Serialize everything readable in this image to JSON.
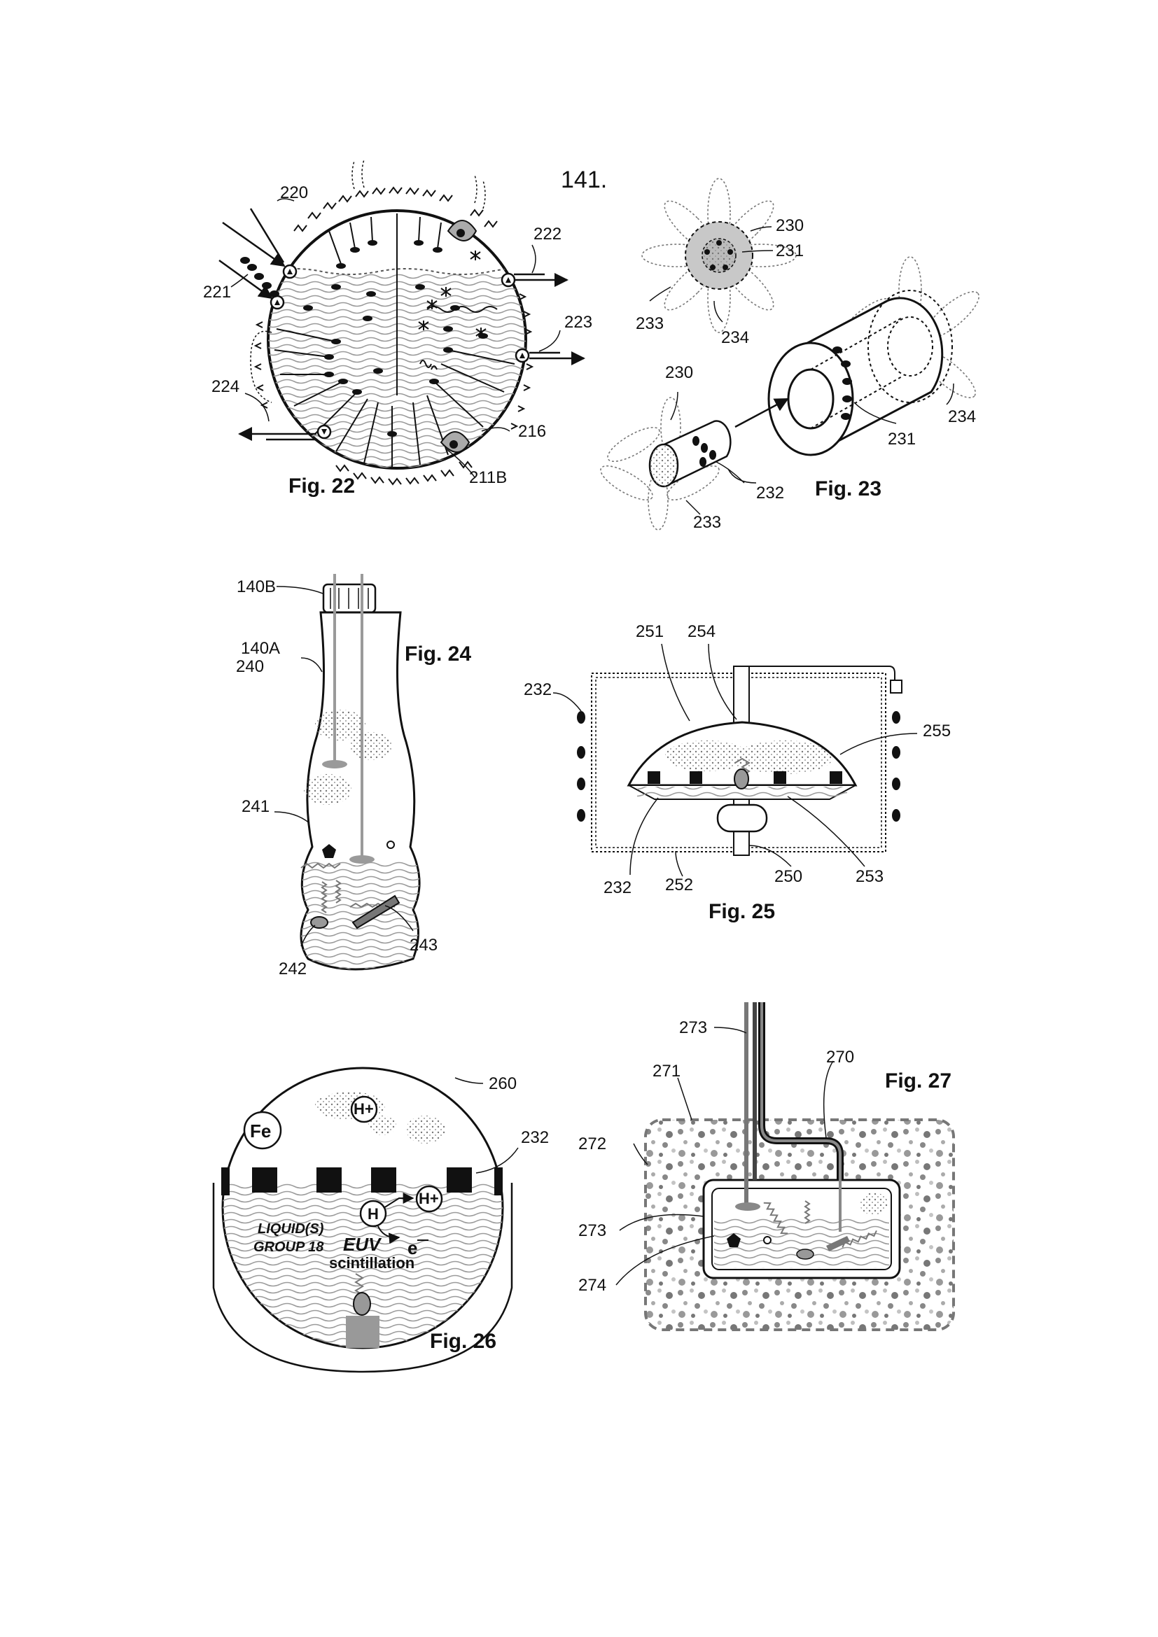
{
  "page_number": "141.",
  "colors": {
    "ink": "#111111",
    "gray": "#8a8a8a",
    "light": "#bdbdbd",
    "shade": "#d8d8d8"
  },
  "fig22": {
    "title": "Fig. 22",
    "refs": {
      "r220": "220",
      "r221": "221",
      "r222": "222",
      "r223": "223",
      "r224": "224",
      "r216": "216",
      "r211b": "211B"
    }
  },
  "fig23": {
    "title": "Fig. 23",
    "refs": {
      "r230a": "230",
      "r231a": "231",
      "r233a": "233",
      "r234a": "234",
      "r230b": "230",
      "r231b": "231",
      "r234b": "234",
      "r232": "232",
      "r233b": "233"
    }
  },
  "fig24": {
    "title": "Fig. 24",
    "refs": {
      "r140b": "140B",
      "r140a": "140A",
      "r240": "240",
      "r241": "241",
      "r242": "242",
      "r243": "243"
    }
  },
  "fig25": {
    "title": "Fig. 25",
    "refs": {
      "r251": "251",
      "r254": "254",
      "r232a": "232",
      "r255": "255",
      "r232b": "232",
      "r252": "252",
      "r250": "250",
      "r253": "253"
    }
  },
  "fig26": {
    "title": "Fig. 26",
    "refs": {
      "r260": "260",
      "r232": "232"
    },
    "labels": {
      "fe": "Fe",
      "hplus": "H+",
      "h": "H",
      "liquids": "LIQUID(S)",
      "group": "GROUP 18",
      "euv": "EUV",
      "e": "e",
      "scint": "scintillation"
    }
  },
  "fig27": {
    "title": "Fig. 27",
    "refs": {
      "r273a": "273",
      "r270": "270",
      "r271": "271",
      "r272": "272",
      "r273b": "273",
      "r274": "274"
    }
  }
}
